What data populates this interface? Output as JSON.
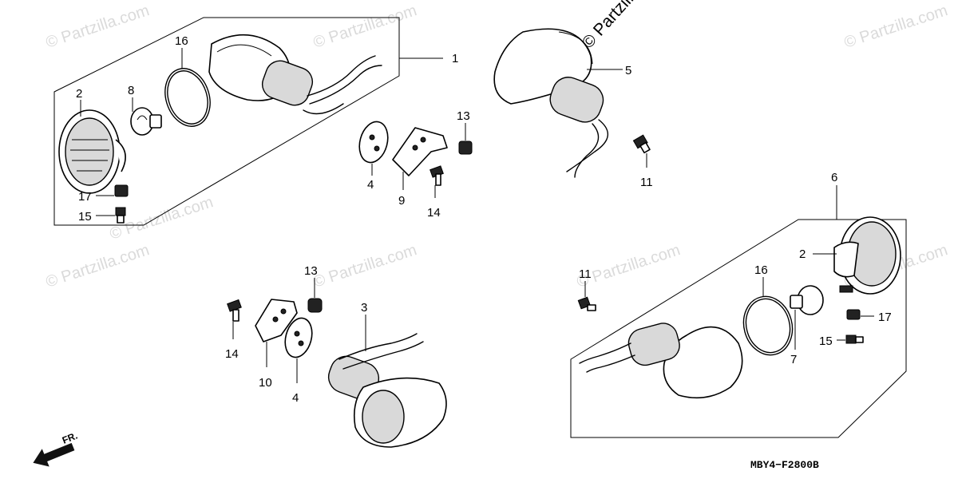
{
  "diagram": {
    "code": "MBY4−F2800B",
    "front_label": "FR.",
    "watermark_main": "© Partzilla.",
    "watermark": "© Partzilla.com",
    "part_numbers": {
      "p1": "1",
      "p2a": "2",
      "p2b": "2",
      "p3": "3",
      "p4a": "4",
      "p4b": "4",
      "p5": "5",
      "p6": "6",
      "p7": "7",
      "p8": "8",
      "p9": "9",
      "p10": "10",
      "p11a": "11",
      "p11b": "11",
      "p13a": "13",
      "p13b": "13",
      "p14a": "14",
      "p14b": "14",
      "p15a": "15",
      "p15b": "15",
      "p16a": "16",
      "p16b": "16",
      "p17a": "17",
      "p17b": "17"
    }
  }
}
